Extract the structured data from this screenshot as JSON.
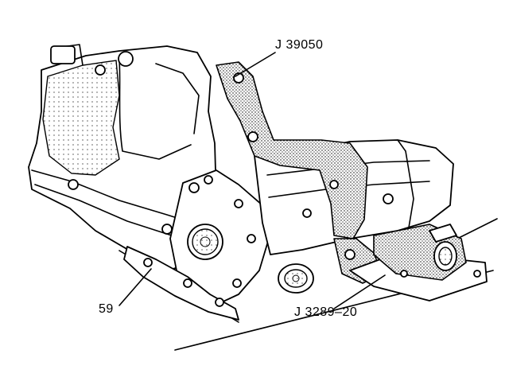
{
  "callouts": {
    "fixture_top": "J 39050",
    "part_59": "59",
    "fixture_bottom": "J 3289–20"
  },
  "colors": {
    "ink": "#000000",
    "background": "#ffffff"
  }
}
